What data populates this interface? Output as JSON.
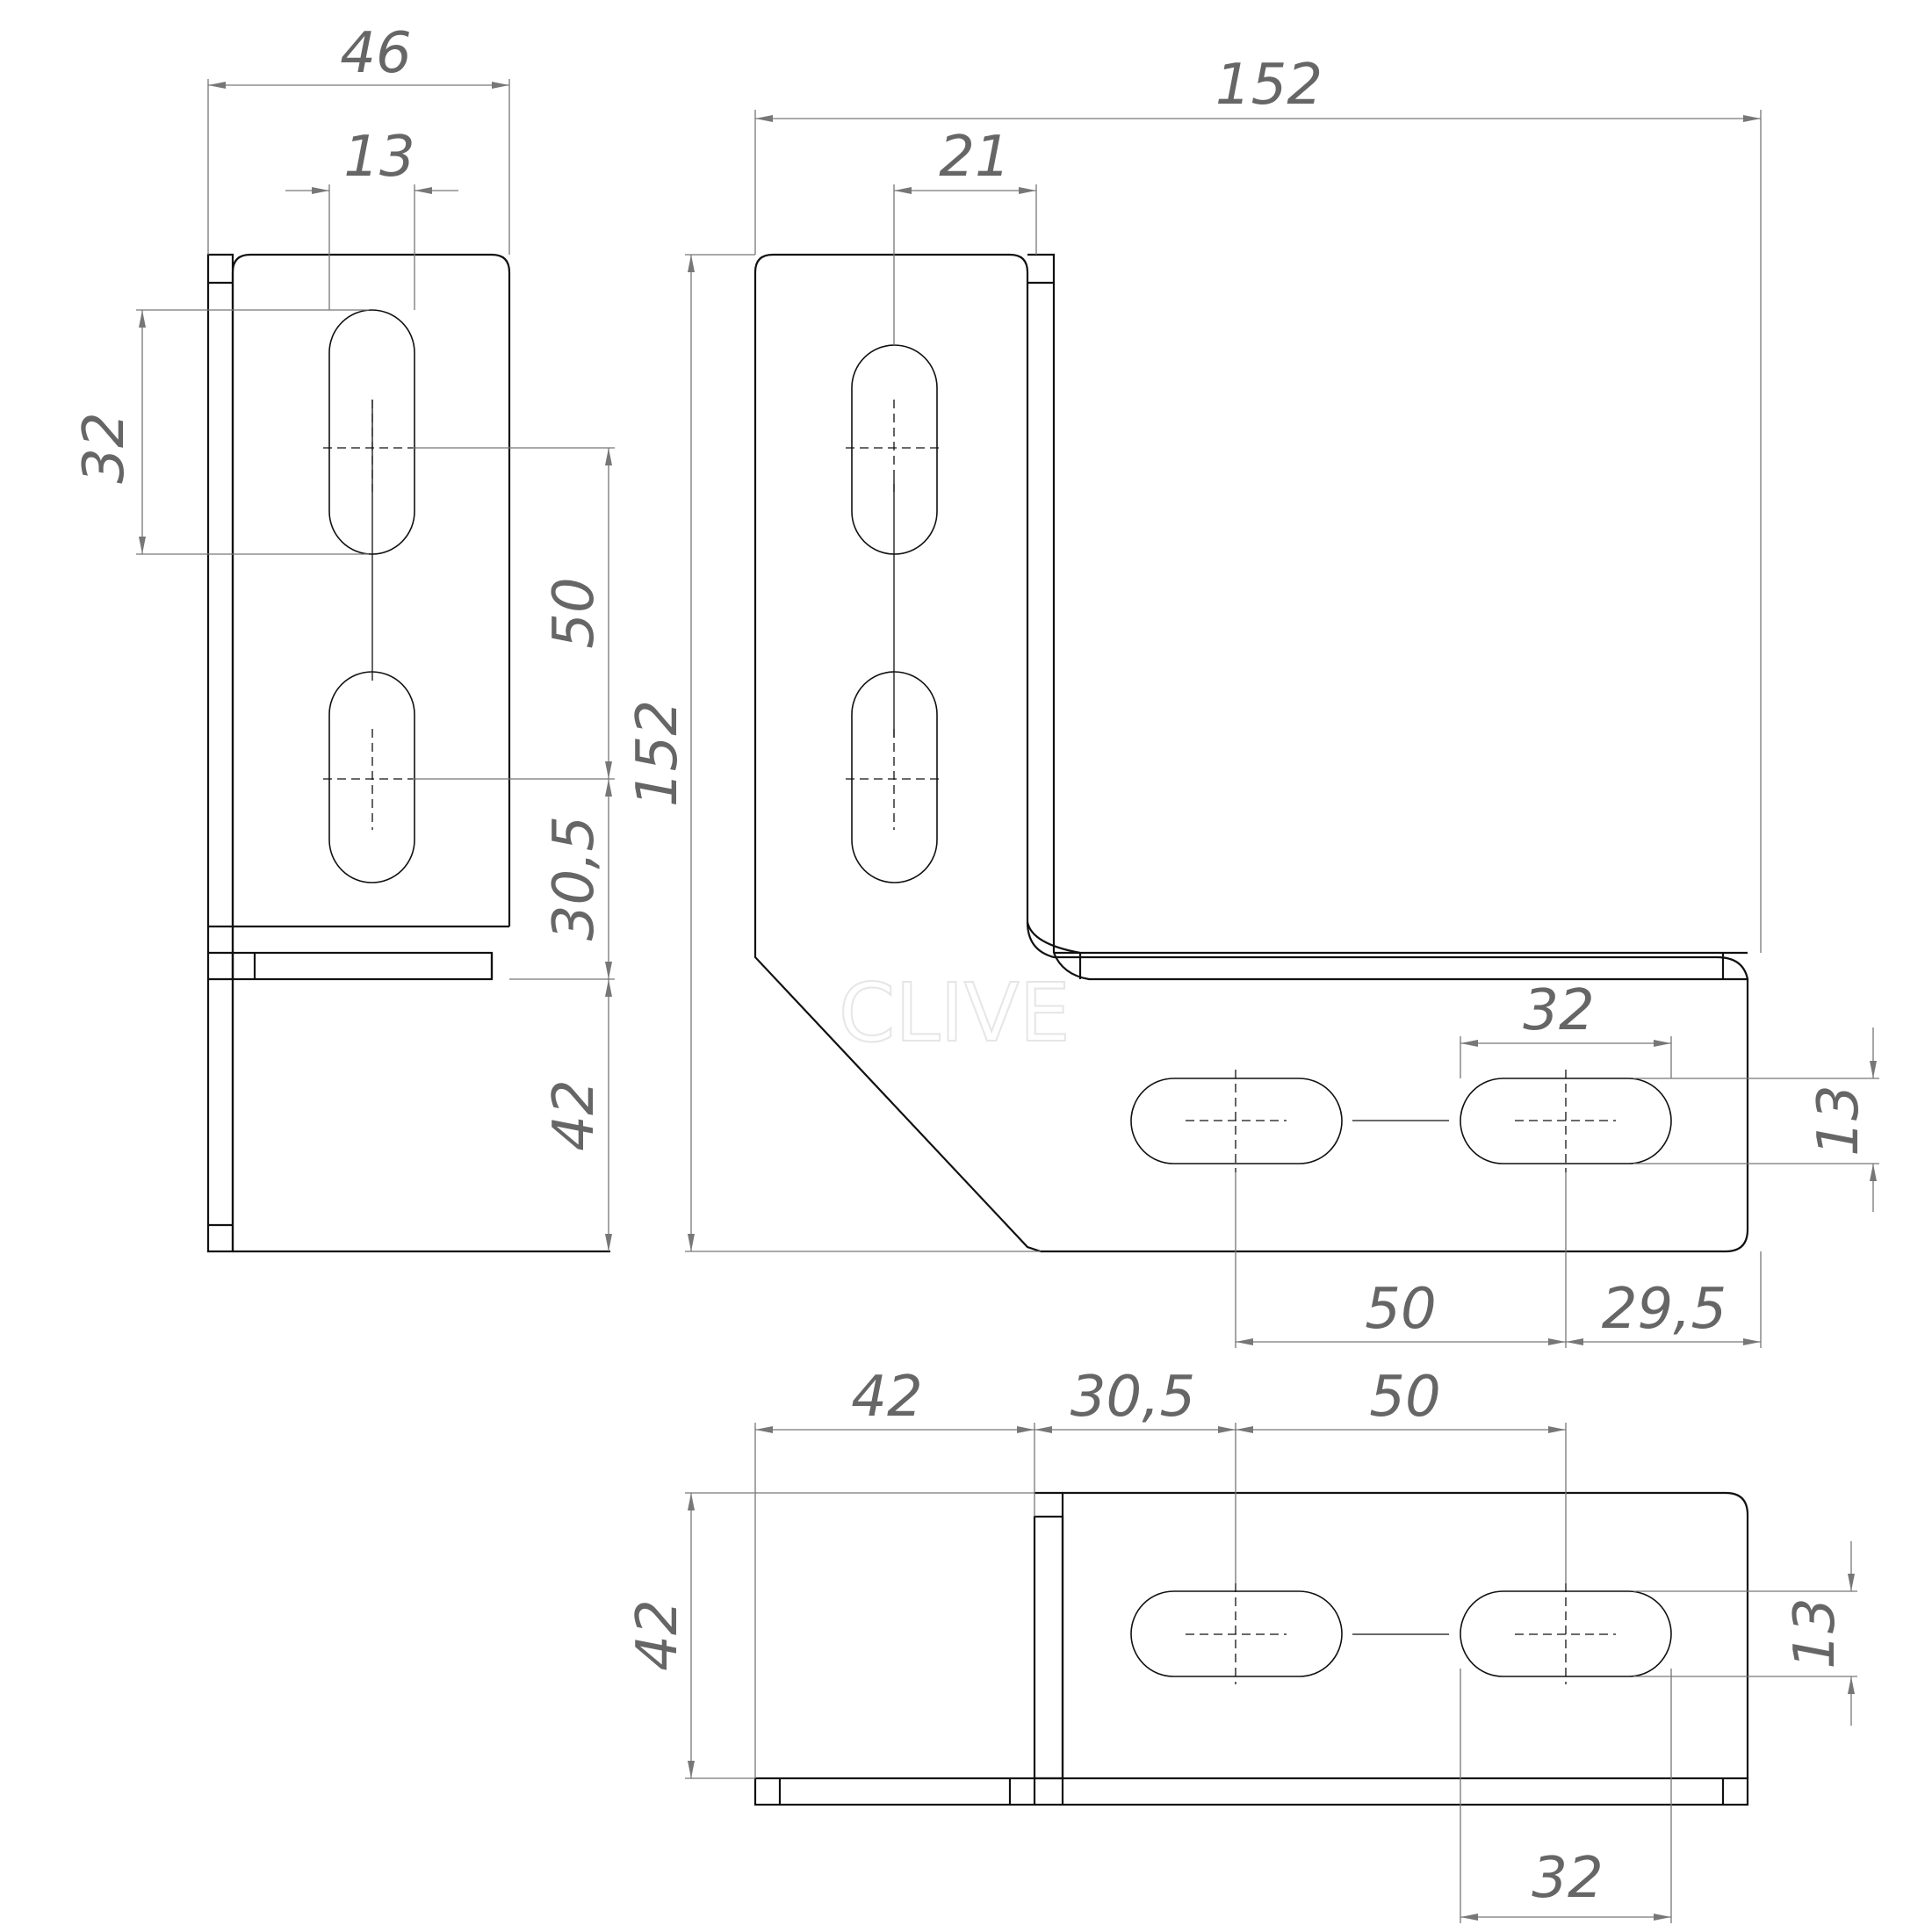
{
  "drawing": {
    "watermark": "CLIVE",
    "side_view": {
      "width": "46",
      "slot_width": "13",
      "slot_length": "32",
      "slot_pitch": "50",
      "slot_to_bend": "30,5",
      "flange_height": "42"
    },
    "front_view": {
      "overall_width": "152",
      "overall_height": "152",
      "slot_offset": "21",
      "slot_length": "32",
      "slot_width": "13",
      "slot_pitch": "50",
      "slot_to_edge": "29,5"
    },
    "bottom_view": {
      "flange": "42",
      "bend_to_slot": "30,5",
      "slot_pitch": "50",
      "height": "42",
      "slot_width": "13",
      "slot_length": "32"
    }
  }
}
